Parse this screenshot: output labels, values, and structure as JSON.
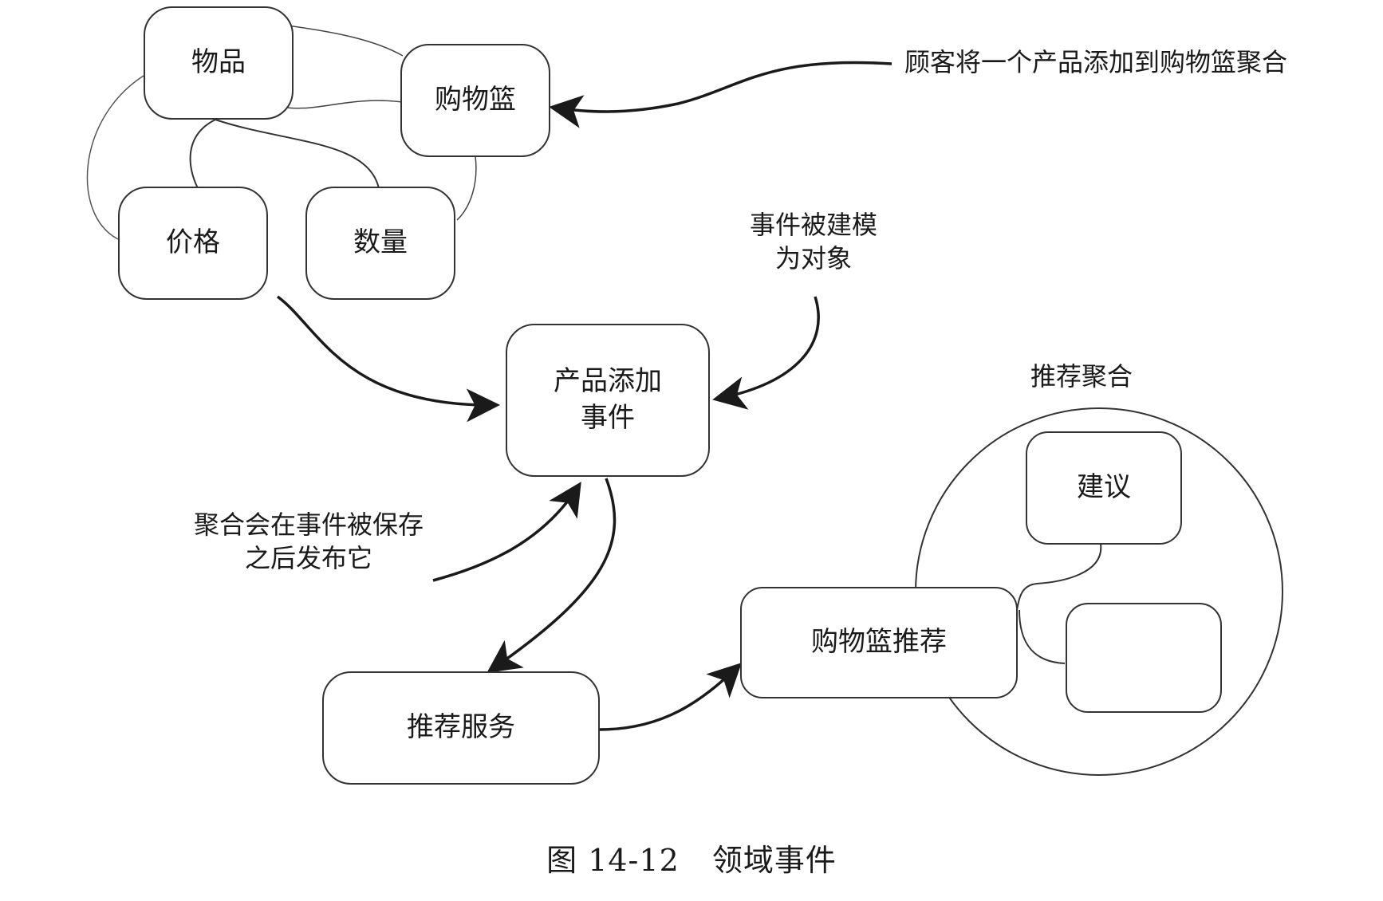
{
  "boxes": {
    "item": "物品",
    "basket": "购物篮",
    "price": "价格",
    "quantity": "数量",
    "event": "产品添加\n事件",
    "service": "推荐服务",
    "basket_rec": "购物篮推荐",
    "suggestion": "建议",
    "empty": ""
  },
  "labels": {
    "customer_adds": "顾客将一个产品添加到购物篮聚合",
    "event_modeled": "事件被建模\n为对象",
    "aggregate_publishes": "聚合会在事件被保存\n之后发布它",
    "recommendation_aggregate": "推荐聚合"
  },
  "caption": {
    "figure_number": "图 14-12",
    "title": "领域事件"
  }
}
